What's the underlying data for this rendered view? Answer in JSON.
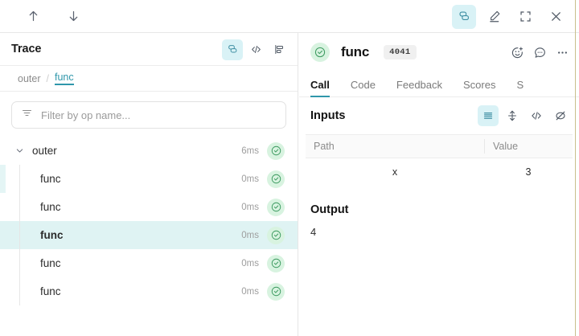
{
  "topbar": {
    "nav_up_icon": "arrow-up-icon",
    "nav_down_icon": "arrow-down-icon",
    "actions": [
      {
        "name": "layers-icon",
        "label": "Toggle trace tree view",
        "active": true
      },
      {
        "name": "pencil-icon",
        "label": "Annotate",
        "active": false
      },
      {
        "name": "fullscreen-icon",
        "label": "Full screen",
        "active": false
      },
      {
        "name": "close-icon",
        "label": "Close",
        "active": false
      }
    ]
  },
  "left_panel": {
    "title": "Trace",
    "header_icons": [
      {
        "name": "layers-icon",
        "label": "Tree view",
        "active": true
      },
      {
        "name": "code-icon",
        "label": "Code view",
        "active": false
      },
      {
        "name": "flamegraph-icon",
        "label": "Flame graph view",
        "active": false
      }
    ],
    "breadcrumb": {
      "root": "outer",
      "separator": "/",
      "current": "func"
    },
    "filter": {
      "icon": "filter-icon",
      "placeholder": "Filter by op name...",
      "value": ""
    },
    "tree": [
      {
        "name": "outer",
        "duration": "6ms",
        "depth": 0,
        "expanded": true,
        "selected": false,
        "status": "success"
      },
      {
        "name": "func",
        "duration": "0ms",
        "depth": 1,
        "expanded": false,
        "selected": false,
        "status": "success"
      },
      {
        "name": "func",
        "duration": "0ms",
        "depth": 1,
        "expanded": false,
        "selected": false,
        "status": "success"
      },
      {
        "name": "func",
        "duration": "0ms",
        "depth": 1,
        "expanded": false,
        "selected": true,
        "status": "success"
      },
      {
        "name": "func",
        "duration": "0ms",
        "depth": 1,
        "expanded": false,
        "selected": false,
        "status": "success"
      },
      {
        "name": "func",
        "duration": "0ms",
        "depth": 1,
        "expanded": false,
        "selected": false,
        "status": "success"
      }
    ]
  },
  "right_panel": {
    "call": {
      "status": "success",
      "title": "func",
      "badge": "4041",
      "actions": [
        {
          "name": "add-reaction-icon",
          "label": "Add reaction"
        },
        {
          "name": "comment-icon",
          "label": "Add comment"
        },
        {
          "name": "more-options-icon",
          "label": "More options"
        }
      ]
    },
    "tabs": [
      {
        "label": "Call",
        "active": true
      },
      {
        "label": "Code",
        "active": false
      },
      {
        "label": "Feedback",
        "active": false
      },
      {
        "label": "Scores",
        "active": false
      },
      {
        "label": "S",
        "active": false
      }
    ],
    "inputs": {
      "title": "Inputs",
      "view_icons": [
        {
          "name": "list-view-icon",
          "label": "Table view",
          "active": true
        },
        {
          "name": "expand-rows-icon",
          "label": "Expand rows",
          "active": false
        },
        {
          "name": "code-icon",
          "label": "Raw JSON view",
          "active": false
        },
        {
          "name": "hide-icon",
          "label": "Hide columns",
          "active": false
        }
      ],
      "columns": [
        "Path",
        "Value"
      ],
      "rows": [
        {
          "path": "x",
          "value": "3"
        }
      ]
    },
    "output": {
      "title": "Output",
      "value": "4"
    }
  },
  "colors": {
    "accent": "#2f97ab",
    "accent_bg": "#d9f2f6",
    "selected_row": "#dff3f3",
    "success_bg": "#d8f3e0",
    "success_fg": "#3c9a5f",
    "badge_bg": "#f0f0f0",
    "right_rule": "#c9bf8e"
  }
}
